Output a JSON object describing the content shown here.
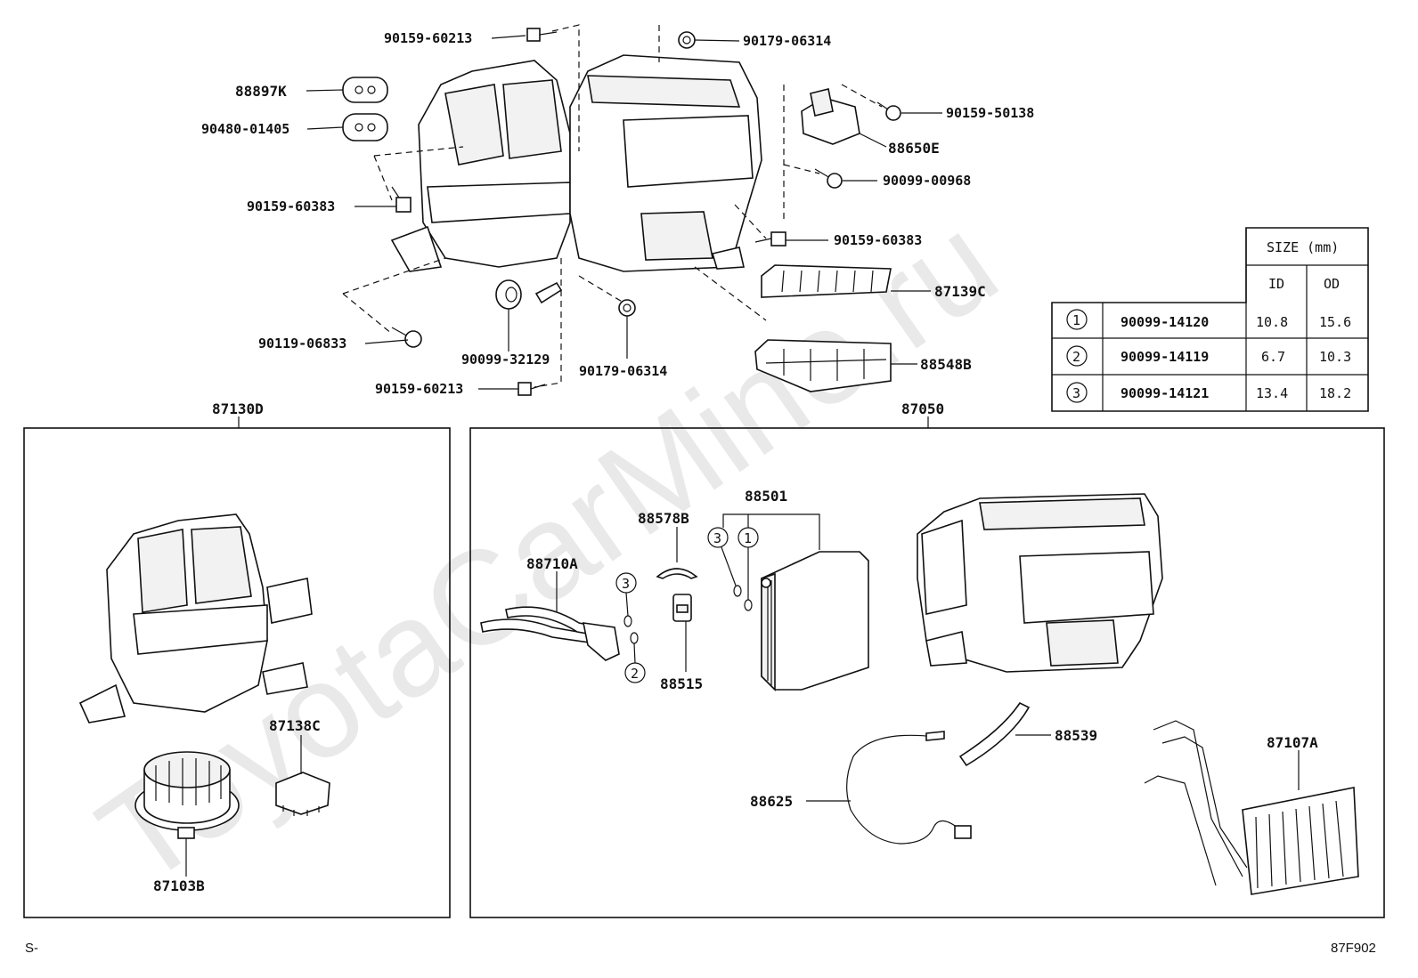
{
  "watermark": "ToyotaCarMine.ru",
  "corner_left": "S-",
  "corner_right": "87F902",
  "labels": {
    "p90159_60213_top": "90159-60213",
    "p90179_06314_top": "90179-06314",
    "p88897K": "88897K",
    "p90480_01405": "90480-01405",
    "p90159_50138": "90159-50138",
    "p88650E": "88650E",
    "p90099_00968": "90099-00968",
    "p90159_60383_left": "90159-60383",
    "p90159_60383_right": "90159-60383",
    "p87139C": "87139C",
    "p88548B": "88548B",
    "p90119_06833": "90119-06833",
    "p90099_32129": "90099-32129",
    "p90179_06314_bottom": "90179-06314",
    "p90159_60213_bottom": "90159-60213",
    "p87130D": "87130D",
    "p87050": "87050",
    "p88501": "88501",
    "p88578B": "88578B",
    "p88710A": "88710A",
    "p88515": "88515",
    "p87138C": "87138C",
    "p87103B": "87103B",
    "p88539": "88539",
    "p87107A": "87107A",
    "p88625": "88625"
  },
  "circles": {
    "c3_a": "3",
    "c2_a": "2",
    "c3_b": "3",
    "c1_b": "1"
  },
  "size_table": {
    "title": "SIZE (mm)",
    "col_id": "ID",
    "col_od": "OD",
    "rows": [
      {
        "num": "1",
        "part": "90099-14120",
        "id": "10.8",
        "od": "15.6"
      },
      {
        "num": "2",
        "part": "90099-14119",
        "id": "6.7",
        "od": "10.3"
      },
      {
        "num": "3",
        "part": "90099-14121",
        "id": "13.4",
        "od": "18.2"
      }
    ]
  }
}
